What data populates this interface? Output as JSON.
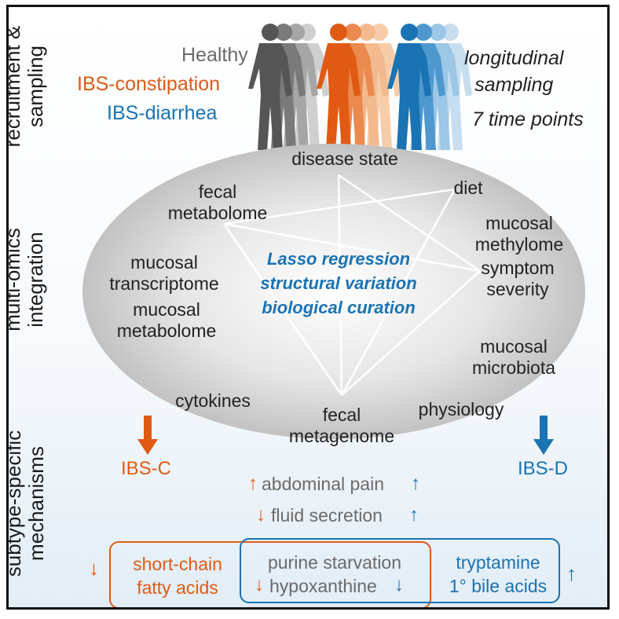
{
  "sections": {
    "recruitment": [
      "recruitment &",
      "sampling"
    ],
    "integration": [
      "multi-omics",
      "integration"
    ],
    "mechanisms": [
      "subtype-specific",
      "mechanisms"
    ]
  },
  "groups": {
    "healthy": "Healthy",
    "ibs_c": "IBS-constipation",
    "ibs_d": "IBS-diarrhea"
  },
  "sampling": {
    "line1": "longitudinal",
    "line2": "sampling",
    "timepoints": "7 time points"
  },
  "omics": {
    "disease_state": "disease state",
    "fecal_metabolome": [
      "fecal",
      "metabolome"
    ],
    "diet": "diet",
    "mucosal_methylome": [
      "mucosal",
      "methylome"
    ],
    "mucosal_transcriptome": [
      "mucosal",
      "transcriptome"
    ],
    "symptom_severity": [
      "symptom",
      "severity"
    ],
    "mucosal_metabolome": [
      "mucosal",
      "metabolome"
    ],
    "mucosal_microbiota": [
      "mucosal",
      "microbiota"
    ],
    "cytokines": "cytokines",
    "physiology": "physiology",
    "fecal_metagenome": [
      "fecal",
      "metagenome"
    ]
  },
  "methods": [
    "Lasso regression",
    "structural variation",
    "biological curation"
  ],
  "subtypes": {
    "c": "IBS-C",
    "d": "IBS-D"
  },
  "mechanisms": {
    "abdominal_pain": "abdominal pain",
    "fluid_secretion": "fluid secretion",
    "scfa": [
      "short-chain",
      "fatty acids"
    ],
    "purine": "purine starvation",
    "hypoxanthine": "hypoxanthine",
    "tryptamine": "tryptamine",
    "bile": "1° bile acids"
  },
  "colors": {
    "orange": "#e05a14",
    "blue": "#1a73b3",
    "gray": "#6b6b6b",
    "dark_silhouette": "#555555",
    "light_orange": "#f3b98f",
    "light_blue": "#9cc7e6"
  }
}
